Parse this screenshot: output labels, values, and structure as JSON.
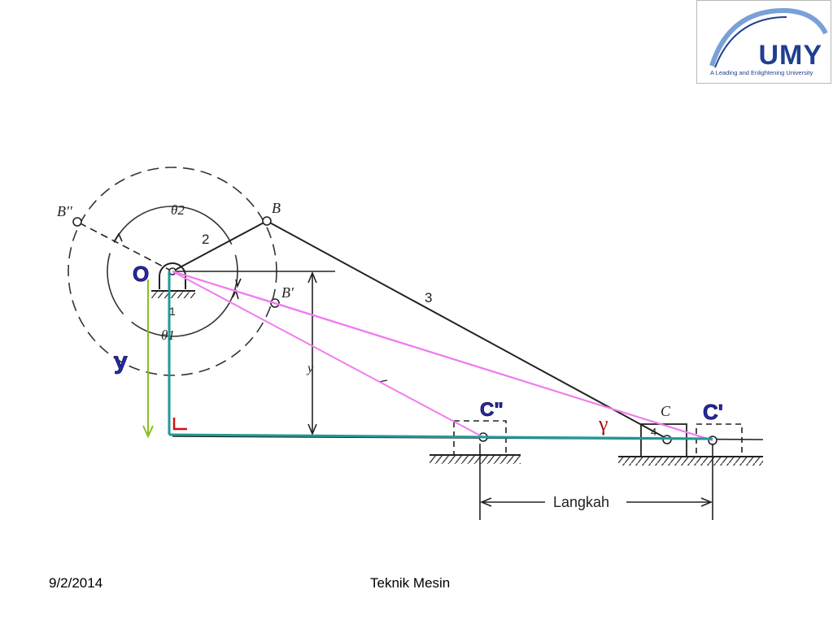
{
  "logo": {
    "name": "UMY",
    "tagline": "A Leading and Enlightening University",
    "primary_color": "#1f3f8f",
    "accent_color": "#7aa0d8"
  },
  "diagram": {
    "point_B2": "B''",
    "point_B": "B",
    "point_B1": "B'",
    "point_C": "C",
    "angle_theta2": "θ2",
    "angle_theta1": "θ1",
    "link_2": "2",
    "link_3": "3",
    "link_1": "1",
    "link_4": "4",
    "offset_y": "y",
    "stroke_label": "Langkah",
    "overlay_O": "O",
    "overlay_y": "y",
    "overlay_C2": "C\"",
    "overlay_C1": "C'",
    "overlay_gamma": "γ",
    "overlay_right_angle": "L",
    "overlay_text_color": "#2a2aa8",
    "pink_line_color": "#f07cf0",
    "teal_line_color": "#1f9a9a",
    "green_arrow_color": "#88c020"
  },
  "footer": {
    "date": "9/2/2014",
    "center": "Teknik Mesin"
  }
}
